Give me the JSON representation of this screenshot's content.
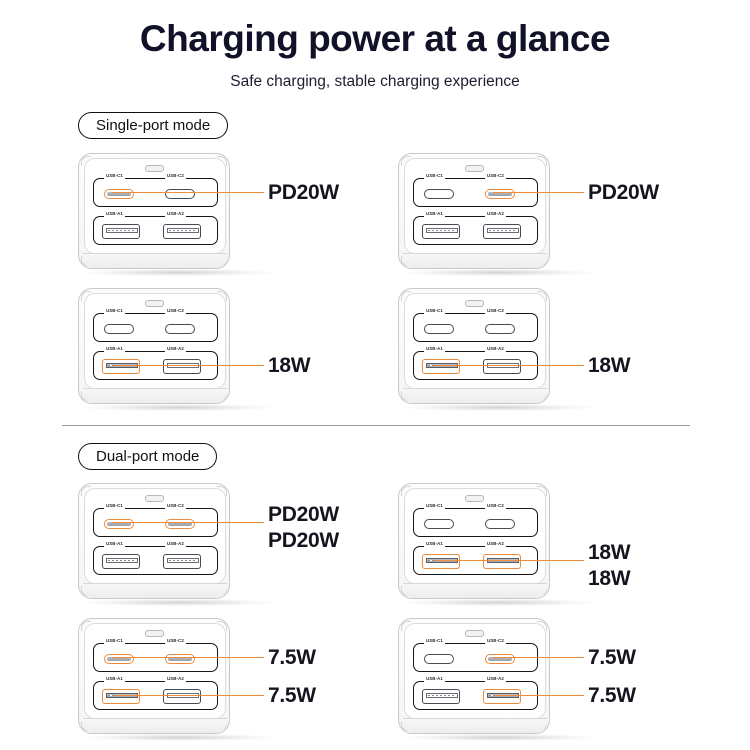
{
  "header": {
    "title": "Charging power at a glance",
    "subtitle": "Safe charging, stable charging experience"
  },
  "accent_color": "#ee8c3e",
  "text_color": "#15151f",
  "port_labels": {
    "c1": "USB-C1",
    "c2": "USB-C2",
    "a1": "USB-A1",
    "a2": "USB-A2"
  },
  "sections": [
    {
      "id": "single-port",
      "label": "Single-port mode",
      "units": [
        {
          "id": "single-c1",
          "active_ports": [
            "c1"
          ],
          "outputs": [
            "PD20W"
          ]
        },
        {
          "id": "single-c2",
          "active_ports": [
            "c2"
          ],
          "outputs": [
            "PD20W"
          ]
        },
        {
          "id": "single-a1",
          "active_ports": [
            "a1"
          ],
          "outputs": [
            "18W"
          ]
        },
        {
          "id": "single-a1-alt",
          "active_ports": [
            "a1"
          ],
          "outputs": [
            "18W"
          ]
        }
      ]
    },
    {
      "id": "dual-port",
      "label": "Dual-port mode",
      "units": [
        {
          "id": "dual-c1-c2",
          "active_ports": [
            "c1",
            "c2"
          ],
          "outputs": [
            "PD20W",
            "PD20W"
          ]
        },
        {
          "id": "dual-a1-a2",
          "active_ports": [
            "a1",
            "a2"
          ],
          "outputs": [
            "18W",
            "18W"
          ]
        },
        {
          "id": "dual-c1-a1",
          "active_ports": [
            "c1",
            "a1"
          ],
          "outputs": [
            "7.5W",
            "7.5W"
          ]
        },
        {
          "id": "dual-c2-a2",
          "active_ports": [
            "c2",
            "a2"
          ],
          "outputs": [
            "7.5W",
            "7.5W"
          ]
        }
      ]
    }
  ]
}
